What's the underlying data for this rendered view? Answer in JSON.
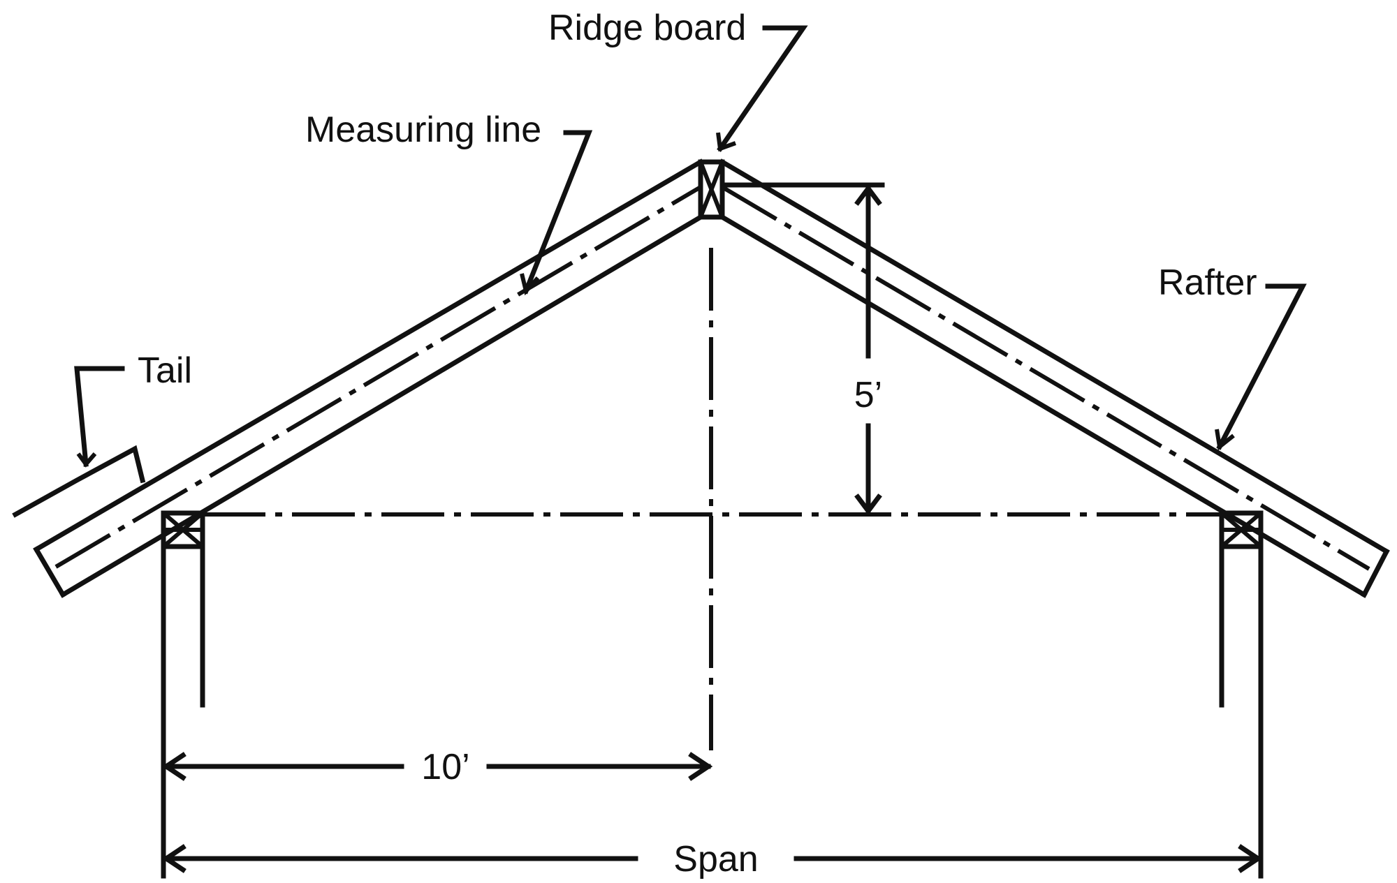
{
  "labels": {
    "ridge_board": "Ridge board",
    "measuring_line": "Measuring line",
    "rafter": "Rafter",
    "tail": "Tail"
  },
  "dimensions": {
    "run": "10’",
    "rise": "5’",
    "span": "Span"
  }
}
